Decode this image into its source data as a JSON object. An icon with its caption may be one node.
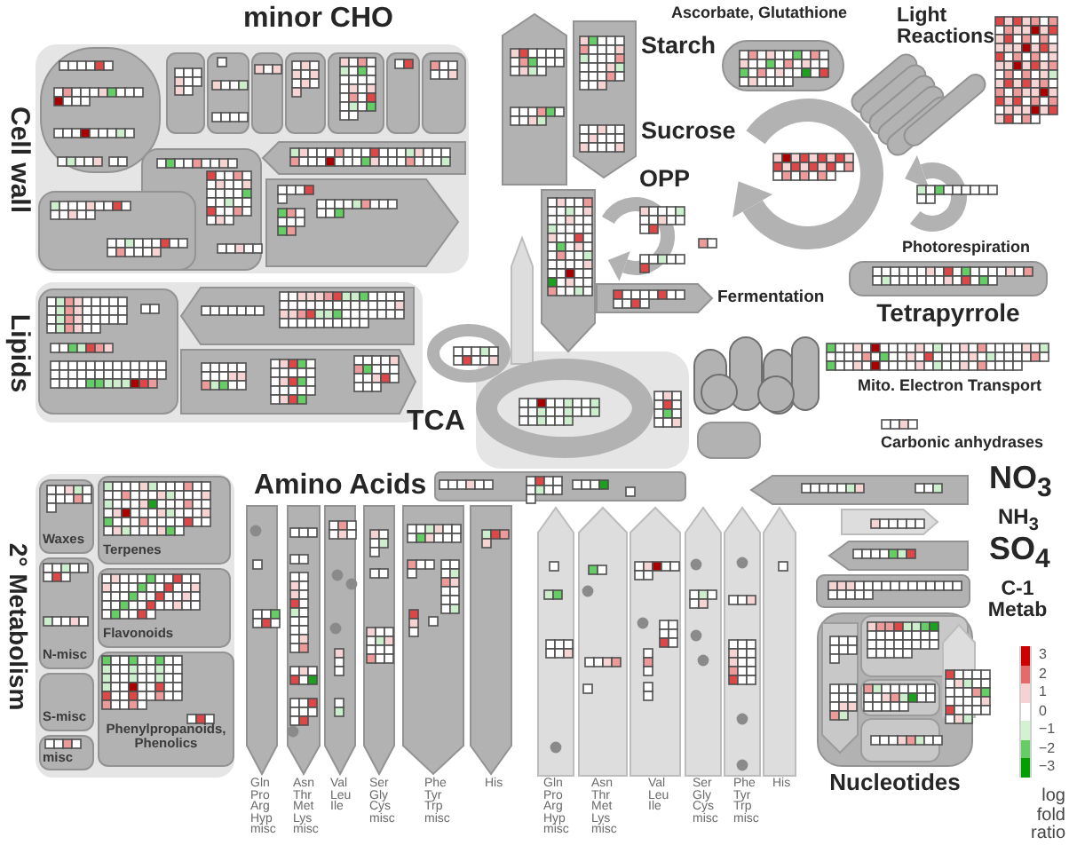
{
  "diagram": {
    "nodes": [
      {
        "text": [
          "Cell wall"
        ]
      },
      {
        "text": [
          "Lipids"
        ]
      },
      {
        "text": [
          "Tetrapyrrole"
        ]
      },
      {
        "text": [
          "TCA"
        ]
      },
      {
        "text": [
          "2° Metabolism"
        ]
      },
      {
        "text": [
          "Waxes"
        ],
        "in": 4
      },
      {
        "text": [
          "Terpenes"
        ],
        "in": 4
      },
      {
        "text": [
          "N-misc"
        ],
        "in": 4
      },
      {
        "text": [
          "Flavonoids"
        ],
        "in": 4
      },
      {
        "text": [
          "S-misc"
        ],
        "in": 4
      },
      {
        "text": [
          "Phenylpropanoids, Phenolics"
        ],
        "in": 4
      },
      {
        "text": [
          "misc"
        ],
        "in": 4
      },
      {
        "text": [
          "Nucleotides"
        ]
      }
    ],
    "labels": [
      "minor CHO",
      "Starch",
      "Ascorbate, Glutathione",
      "Light Reactions",
      "Sucrose",
      "OPP",
      "Photorespiration",
      "Fermentation",
      "Mito. Electron Transport",
      "Carbonic anhydrases",
      "Amino Acids",
      "NO$_{3}$",
      "NH$_{3}$",
      "SO$_{4}$",
      "C-1 Metab",
      "Gln Pro Arg Hyp misc",
      "Asn Thr Met Lys misc",
      "Val Leu Ile",
      "Ser Gly Cys misc",
      "Phe Tyr Trp misc",
      "His",
      "Gln Pro Arg Hyp misc",
      "Asn Thr Met Lys misc",
      "Val Leu Ile",
      "Ser Gly Cys misc",
      "Phe Tyr Trp misc",
      "His",
      "log fold ratio"
    ],
    "legend": [
      {
        "text": "3",
        "color": "#cc0000"
      },
      {
        "text": "2",
        "color": "#e56b6b"
      },
      {
        "text": "1",
        "color": "#f6d2d2"
      },
      {
        "text": "0",
        "color": "#ffffff"
      },
      {
        "text": "−1",
        "color": "#d2f2d2"
      },
      {
        "text": "−2",
        "color": "#66cc66"
      },
      {
        "text": "−3",
        "color": "#00a000"
      }
    ]
  }
}
